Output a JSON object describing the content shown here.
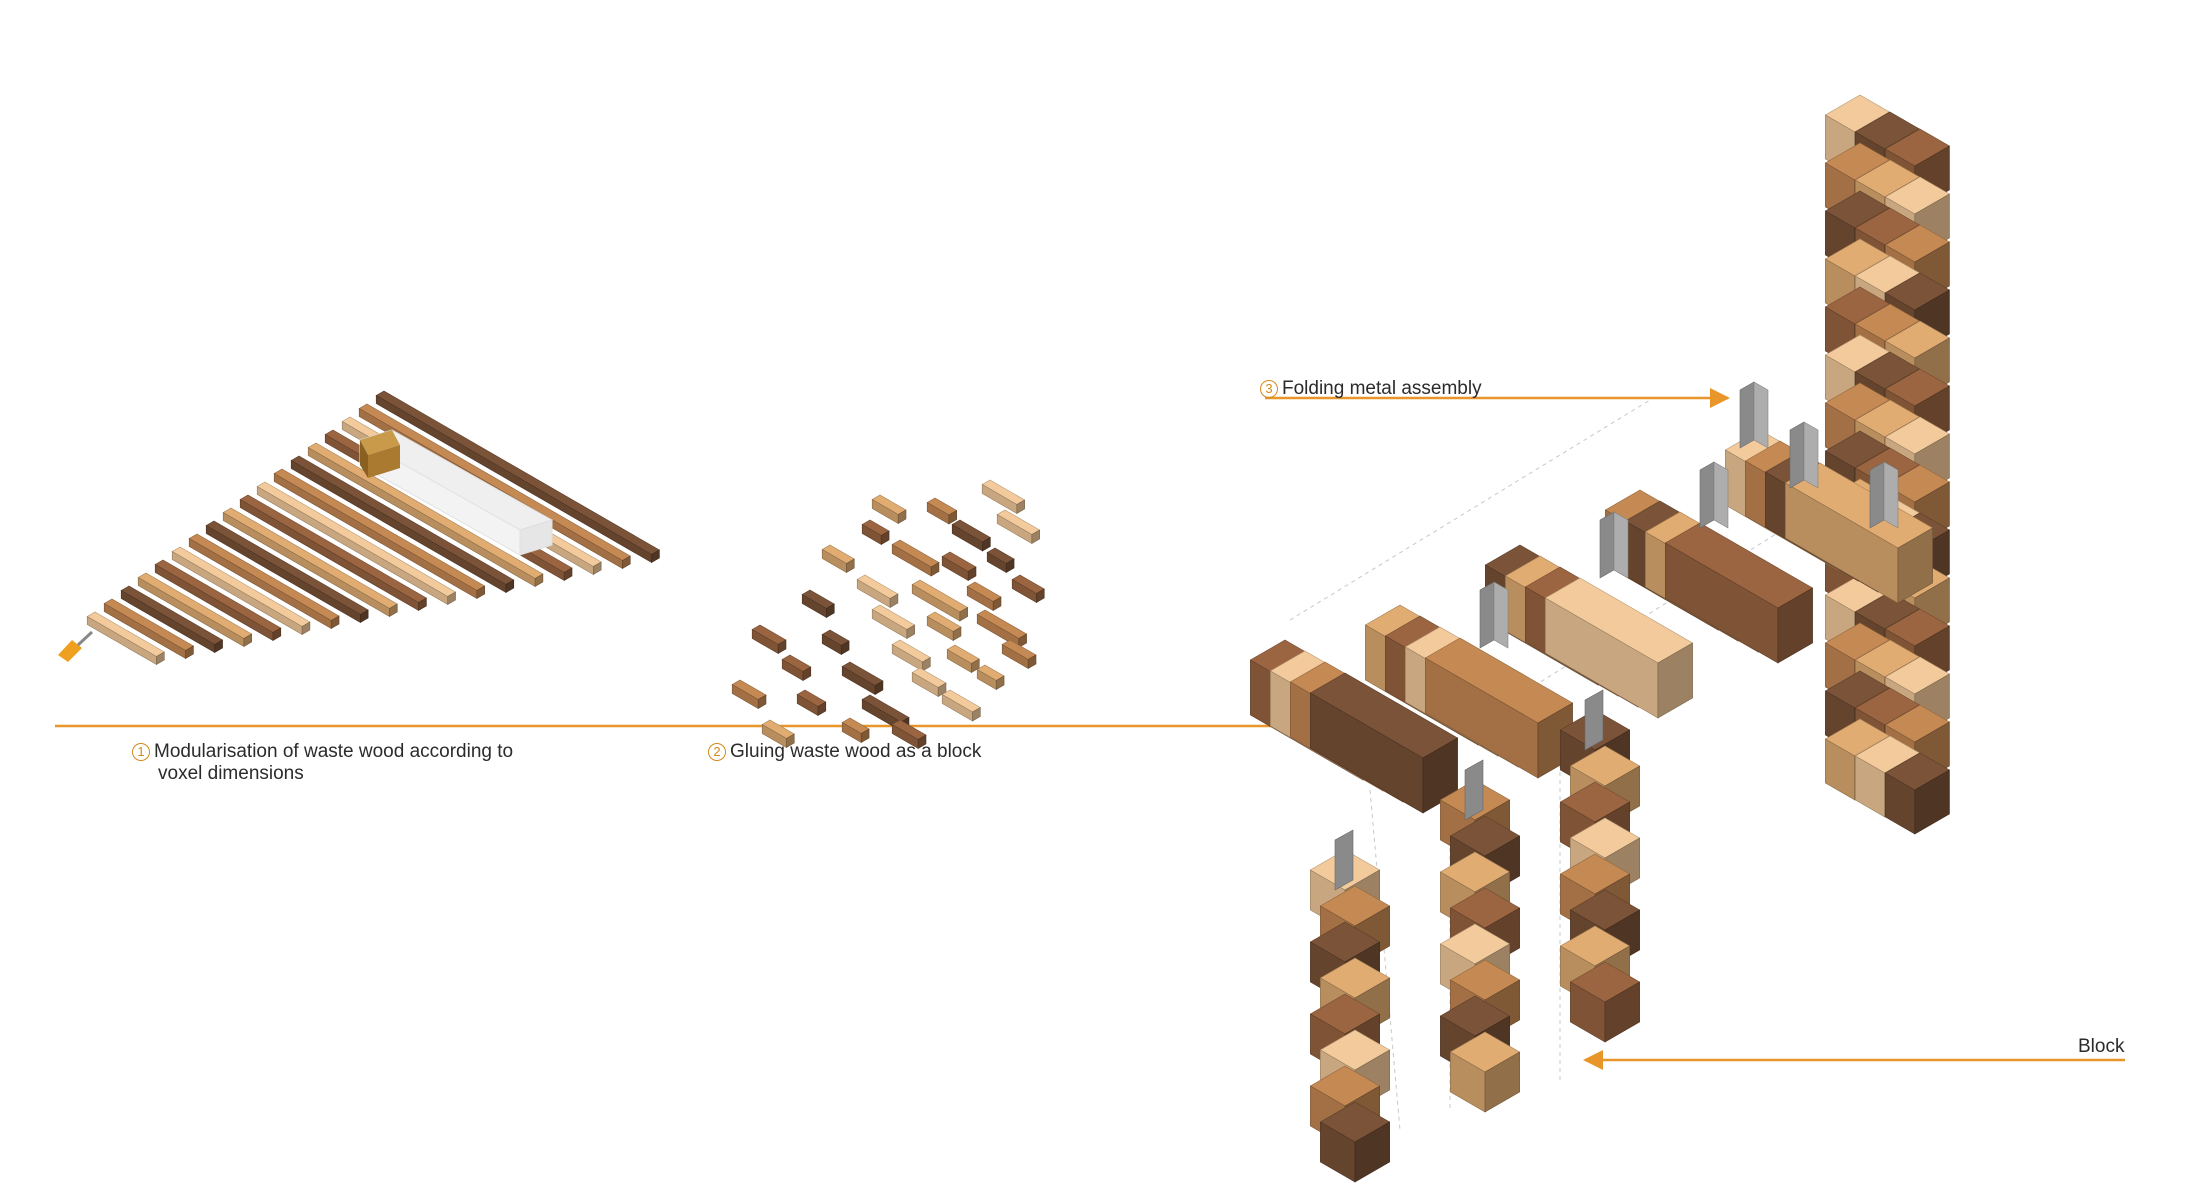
{
  "steps": [
    {
      "number": "1",
      "line1": "Modularisation of waste wood according to",
      "line2": "voxel dimensions"
    },
    {
      "number": "2",
      "text": "Gluing waste wood as a block"
    },
    {
      "number": "3",
      "text": "Folding metal assembly"
    }
  ],
  "callouts": {
    "block": "Block"
  },
  "colors": {
    "arrow": "#e8962a",
    "wood_light": "#d9b48a",
    "wood_mid": "#b07a4a",
    "wood_dark": "#6e4a32",
    "metal": "#8a8a8a"
  }
}
